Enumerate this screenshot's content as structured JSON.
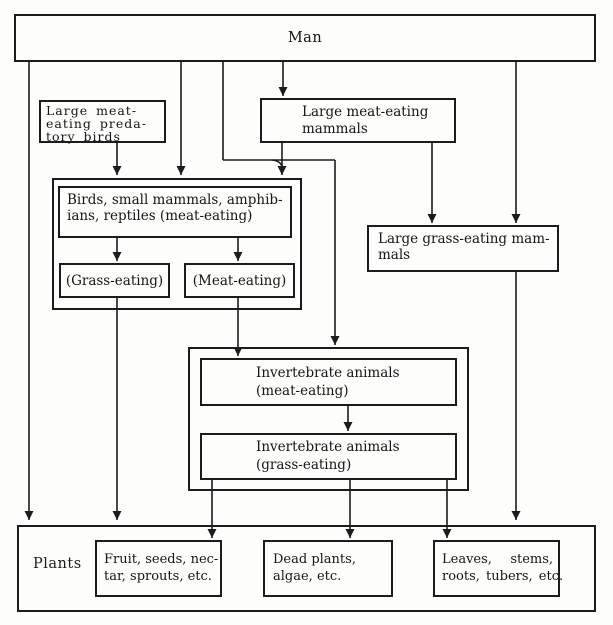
{
  "diagram": {
    "ink_color": "#1c1c1c",
    "paper_color": "#fdfdfb",
    "nodes": {
      "man": "Man",
      "predatory_birds": "Large meat-\neating preda-\ntory birds",
      "large_meat_eating_mammals": "Large meat-eating\nmammals",
      "birds_small_mammals": "Birds, small mammals, amphib-\nians, reptiles (meat-eating)",
      "grass_eating": "(Grass-eating)",
      "meat_eating": "(Meat-eating)",
      "large_grass_eating_mammals": "Large grass-eating mam-\nmals",
      "invertebrate_meat": "Invertebrate animals\n(meat-eating)",
      "invertebrate_grass": "Invertebrate animals\n(grass-eating)",
      "plants": "Plants",
      "fruit_seeds": "Fruit, seeds, nec-\ntar, sprouts, etc.",
      "dead_plants": "Dead plants,\nalgae, etc.",
      "leaves_stems": "Leaves,   stems,\nroots, tubers, etc."
    },
    "edges": [
      {
        "from": "man",
        "to": "plants"
      },
      {
        "from": "man",
        "to": "birds_small_mammals_group"
      },
      {
        "from": "man",
        "to": "large_meat_eating_mammals"
      },
      {
        "from": "man",
        "to": "large_grass_eating_mammals"
      },
      {
        "from": "man_and_large_meat_eating_mammals",
        "to": "invertebrate_group"
      },
      {
        "from": "predatory_birds",
        "to": "birds_small_mammals_group"
      },
      {
        "from": "large_meat_eating_mammals",
        "to": "birds_small_mammals_group"
      },
      {
        "from": "large_meat_eating_mammals",
        "to": "large_grass_eating_mammals"
      },
      {
        "from": "birds_small_mammals",
        "to": "grass_eating"
      },
      {
        "from": "birds_small_mammals",
        "to": "meat_eating"
      },
      {
        "from": "grass_eating",
        "to": "plants"
      },
      {
        "from": "meat_eating",
        "to": "invertebrate_meat"
      },
      {
        "from": "invertebrate_meat",
        "to": "invertebrate_grass"
      },
      {
        "from": "invertebrate_grass",
        "to": "fruit_seeds"
      },
      {
        "from": "invertebrate_grass",
        "to": "dead_plants"
      },
      {
        "from": "invertebrate_grass",
        "to": "leaves_stems"
      },
      {
        "from": "large_grass_eating_mammals",
        "to": "plants"
      }
    ]
  }
}
